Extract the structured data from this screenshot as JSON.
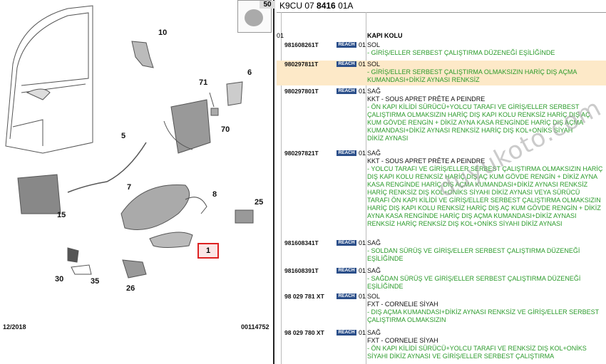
{
  "diagram": {
    "callouts": [
      {
        "id": "c10",
        "label": "10"
      },
      {
        "id": "c6",
        "label": "6"
      },
      {
        "id": "c71",
        "label": "71"
      },
      {
        "id": "c70",
        "label": "70"
      },
      {
        "id": "c5",
        "label": "5"
      },
      {
        "id": "c7",
        "label": "7"
      },
      {
        "id": "c8",
        "label": "8"
      },
      {
        "id": "c15",
        "label": "15"
      },
      {
        "id": "c25",
        "label": "25"
      },
      {
        "id": "c1",
        "label": "1"
      },
      {
        "id": "c30",
        "label": "30"
      },
      {
        "id": "c35",
        "label": "35"
      },
      {
        "id": "c26",
        "label": "26"
      }
    ],
    "date": "12/2018",
    "code": "00114752",
    "watermark": "duyukoto.com"
  },
  "panel": {
    "thumb_num": "50",
    "ref_prefix": "K9CU 07 ",
    "ref_bold": "8416",
    "ref_suffix": " 01A",
    "level": "01",
    "title": "KAPI KOLU",
    "rows": [
      {
        "pn": "981608261T",
        "reach": "REACH",
        "qty": "01",
        "lines": [
          [
            "t",
            "SOL"
          ],
          [
            "g",
            "- GİRİŞ/ELLER SERBEST ÇALIŞTIRMA DÜZENEĞİ EŞİLİĞİNDE"
          ]
        ]
      },
      {
        "pn": "980297811T",
        "reach": "REACH",
        "qty": "01",
        "lines": [
          [
            "t",
            "SOL"
          ],
          [
            "g",
            "- GİRİŞ/ELLER SERBEST ÇALIŞTIRMA OLMAKSIZIN HARİÇ DIŞ AÇMA"
          ],
          [
            "g",
            "KUMANDASI+DİKİZ AYNASI RENKSİZ"
          ]
        ]
      },
      {
        "pn": "980297801T",
        "reach": "REACH",
        "qty": "01",
        "lines": [
          [
            "t",
            "SAĞ"
          ],
          [
            "t",
            "KKT - SOUS APRET PRÊTE A PEINDRE"
          ],
          [
            "g",
            "- ÖN KAPI KİLİDİ SÜRÜCÜ+YOLCU TARAFI VE GİRİŞ/ELLER SERBEST"
          ],
          [
            "g",
            "ÇALIŞTIRMA OLMAKSIZIN HARİÇ DIŞ KAPI KOLU RENKSİZ HARİÇ DIŞ AÇ"
          ],
          [
            "g",
            "KUM GÖVDE RENGİN + DİKİZ AYNA KASA RENGİNDE HARİÇ DIŞ AÇMA"
          ],
          [
            "g",
            "KUMANDASI+DİKİZ AYNASI RENKSİZ HARİÇ DIŞ KOL+ONİKS SİYAH"
          ],
          [
            "g",
            "DİKİZ AYNASI"
          ]
        ]
      },
      {
        "pn": "980297821T",
        "reach": "REACH",
        "qty": "01",
        "lines": [
          [
            "t",
            "SAĞ"
          ],
          [
            "t",
            "KKT - SOUS APRET PRÊTE A PEINDRE"
          ],
          [
            "g",
            "- YOLCU TARAFI VE GİRİŞ/ELLER SERBEST ÇALIŞTIRMA OLMAKSIZIN HARİÇ"
          ],
          [
            "g",
            "DIŞ KAPI KOLU RENKSİZ HARİÇ DIŞ AÇ KUM GÖVDE RENGİN + DİKİZ AYNA"
          ],
          [
            "g",
            "KASA RENGİNDE HARİÇ DIŞ AÇMA KUMANDASI+DİKİZ AYNASI RENKSİZ"
          ],
          [
            "g",
            "HARİÇ RENKSİZ DIŞ KOL+ONİKS SİYAHI DİKİZ AYNASI VEYA SÜRÜCÜ"
          ],
          [
            "g",
            "TARAFI ÖN KAPI KİLİDİ VE GİRİŞ/ELLER SERBEST ÇALIŞTIRMA OLMAKSIZIN"
          ],
          [
            "g",
            "HARİÇ DIŞ KAPI KOLU RENKSİZ HARİÇ DIŞ AÇ KUM GÖVDE RENGİN + DİKİZ"
          ],
          [
            "g",
            "AYNA KASA RENGİNDE HARİÇ DIŞ AÇMA KUMANDASI+DİKİZ AYNASI"
          ],
          [
            "g",
            "RENKSİZ HARİÇ RENKSİZ DIŞ KOL+ONİKS SİYAHI DİKİZ AYNASI"
          ]
        ]
      },
      {
        "pn": "981608341T",
        "reach": "REACH",
        "qty": "01",
        "lines": [
          [
            "t",
            "SAĞ"
          ],
          [
            "g",
            "- SOLDAN SÜRÜŞ VE GİRİŞ/ELLER SERBEST ÇALIŞTIRMA DÜZENEĞİ"
          ],
          [
            "g",
            "EŞİLİĞİNDE"
          ]
        ]
      },
      {
        "pn": "981608391T",
        "reach": "REACH",
        "qty": "01",
        "lines": [
          [
            "t",
            "SAĞ"
          ],
          [
            "g",
            "- SAĞDAN SÜRÜŞ VE GİRİŞ/ELLER SERBEST ÇALIŞTIRMA DÜZENEĞİ"
          ],
          [
            "g",
            "EŞİLİĞİNDE"
          ]
        ]
      },
      {
        "pn": "98 029 781 XT",
        "reach": "REACH",
        "qty": "01",
        "lines": [
          [
            "t",
            "SOL"
          ],
          [
            "t",
            "FXT - CORNELIE SİYAH"
          ],
          [
            "g",
            "- DIŞ AÇMA KUMANDASI+DİKİZ AYNASI RENKSİZ VE GİRİŞ/ELLER SERBEST"
          ],
          [
            "g",
            "ÇALIŞTIRMA OLMAKSIZIN"
          ]
        ]
      },
      {
        "pn": "98 029 780 XT",
        "reach": "REACH",
        "qty": "01",
        "lines": [
          [
            "t",
            "SAĞ"
          ],
          [
            "t",
            "FXT - CORNELIE SİYAH"
          ],
          [
            "g",
            "- ÖN KAPI KİLİDİ SÜRÜCÜ+YOLCU TARAFI VE RENKSİZ DIŞ KOL+ONİKS"
          ],
          [
            "g",
            "SİYAHI DİKİZ AYNASI VE GİRİŞ/ELLER SERBEST ÇALIŞTIRMA"
          ]
        ]
      }
    ]
  }
}
